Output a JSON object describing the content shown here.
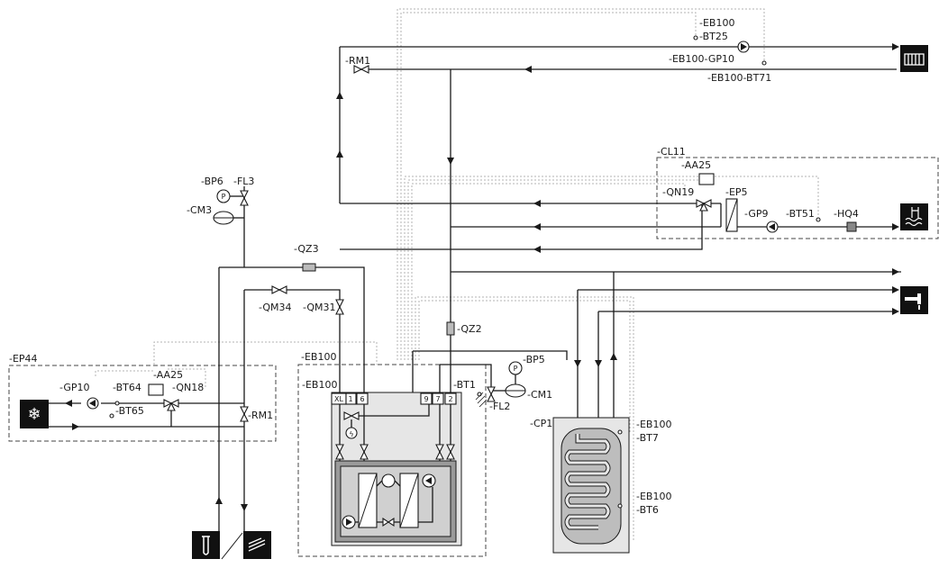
{
  "labels": {
    "eb100_top": "-EB100",
    "bt25": "-BT25",
    "eb100_gp10": "-EB100-GP10",
    "eb100_bt71": "-EB100-BT71",
    "rm1_top": "-RM1",
    "cl11": "-CL11",
    "aa25_cl11": "-AA25",
    "qn19": "-QN19",
    "ep5": "-EP5",
    "gp9": "-GP9",
    "bt51": "-BT51",
    "hq4": "-HQ4",
    "bp6": "-BP6",
    "fl3": "-FL3",
    "cm3": "-CM3",
    "qz3": "-QZ3",
    "qm34": "-QM34",
    "qm31": "-QM31",
    "qz2": "-QZ2",
    "ep44": "-EP44",
    "aa25_ep44": "-AA25",
    "gp10": "-GP10",
    "bt64": "-BT64",
    "qn18": "-QN18",
    "bt65": "-BT65",
    "rm1_left": "-RM1",
    "eb100_outer": "-EB100",
    "eb100_inner": "-EB100",
    "bt1": "-BT1",
    "bp5": "-BP5",
    "cm1": "-CM1",
    "fl2": "-FL2",
    "cp1": "-CP1",
    "eb100_bt7_a": "-EB100",
    "bt7": "-BT7",
    "eb100_bt6_a": "-EB100",
    "bt6": "-BT6",
    "conn_xl": "XL",
    "conn_1": "1",
    "conn_6": "6",
    "conn_9": "9",
    "conn_7": "7",
    "conn_2": "2",
    "p_bp6": "P",
    "p_bp5": "P"
  },
  "icons": [
    "radiator-icon",
    "pool-icon",
    "tap-water-icon",
    "cooling-icon",
    "ground-probe-icon",
    "ground-coil-icon"
  ],
  "colors": {
    "line": "#1a1a1a",
    "signal": "#b3b3b3",
    "unit_fill": "#e6e6e6",
    "unit_dark": "#9a9a9a"
  }
}
